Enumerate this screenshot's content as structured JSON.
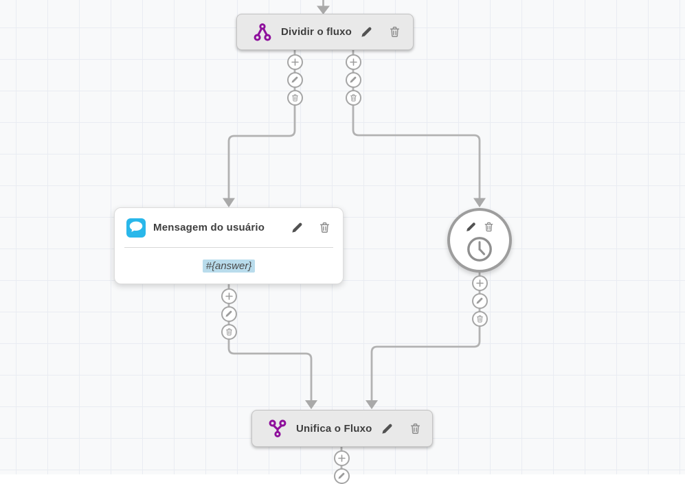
{
  "canvas": {
    "background_color": "#f8f9fa",
    "grid_line_color": "#e9ecf2",
    "connector_color": "#b2b2b2"
  },
  "colors": {
    "accent_purple": "#8e109c",
    "accent_blue": "#29b7ea",
    "variable_highlight": "#b9dcec",
    "node_gray": "#e9e9e9"
  },
  "nodes": {
    "divider": {
      "title": "Dividir o fluxo",
      "icon": "split-icon"
    },
    "message": {
      "title": "Mensagem do usuário",
      "icon": "chat-bubble-icon",
      "body": "#{answer}"
    },
    "timer": {
      "icon": "clock-icon"
    },
    "merge": {
      "title": "Unifica o Fluxo",
      "icon": "merge-icon"
    }
  },
  "node_actions": {
    "edit": "pencil-icon",
    "delete": "trash-icon"
  },
  "port_actions": {
    "add": "plus-icon",
    "edit": "pencil-icon",
    "delete": "trash-icon"
  }
}
